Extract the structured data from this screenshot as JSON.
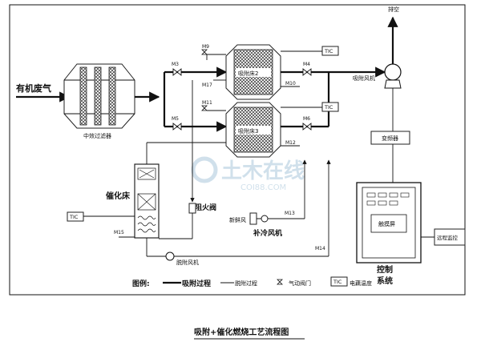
{
  "title": "吸附+催化燃烧工艺流程图",
  "labels": {
    "inlet": "有机废气",
    "prefilter": "中效过滤器",
    "bed2": "吸附床2",
    "bed3": "吸附床3",
    "catalytic_bed": "催化床",
    "flame_arrester": "阻火阀",
    "fresh_air": "新鲜风",
    "cooling_fan": "补冷风机",
    "desorption_fan": "脱附风机",
    "adsorption_fan": "吸附风机",
    "exhaust": "排空",
    "vfd": "变频器",
    "touchscreen": "触摸屏",
    "remote": "远程监控",
    "control_line1": "控制",
    "control_line2": "系统",
    "tic_a": "TIC",
    "tic_b": "TIC",
    "tic_c": "TIC"
  },
  "valves": {
    "m3": "M3",
    "m4": "M4",
    "m5": "M5",
    "m6": "M6",
    "m9": "M9",
    "m10": "M10",
    "m11": "M11",
    "m12": "M12",
    "m13": "M13",
    "m14": "M14",
    "m15": "M15",
    "m17": "M17"
  },
  "legend": {
    "title": "图例:",
    "adsorption": "吸附过程",
    "desorption": "脱附过程",
    "valve": "气动阀门",
    "tic": "TIC",
    "tic_desc": "电藕温度"
  },
  "watermark": {
    "cn": "土木在线",
    "en": "COI88.COM"
  }
}
